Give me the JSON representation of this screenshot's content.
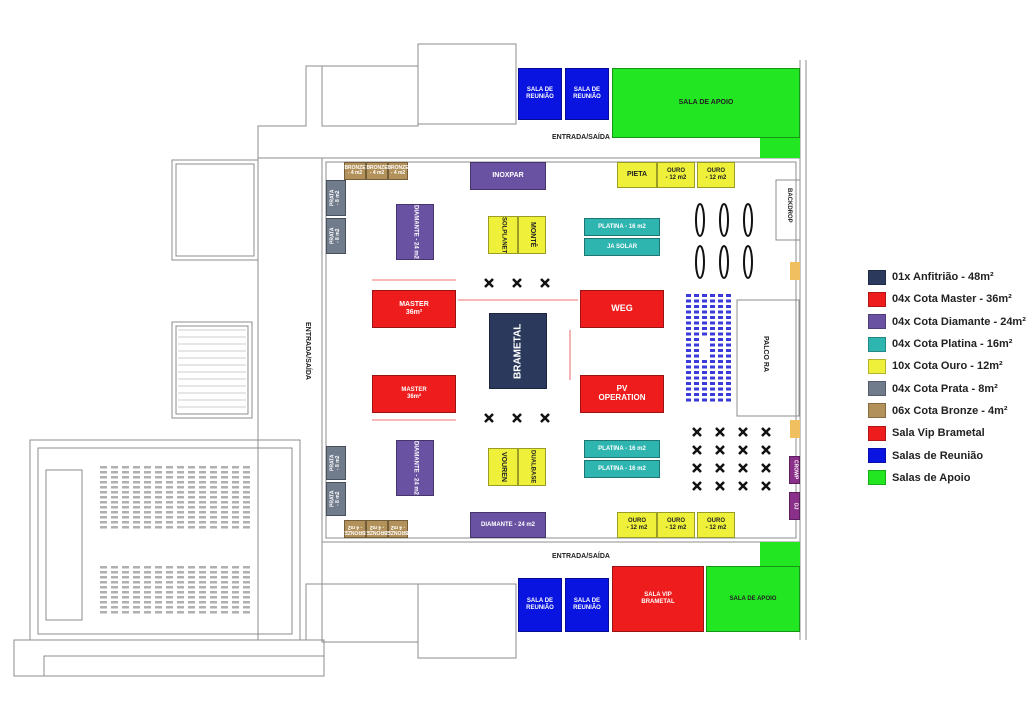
{
  "labels": {
    "entrada_top": "ENTRADA/SAÍDA",
    "entrada_bottom": "ENTRADA/SAÍDA",
    "entrada_left": "ENTRADA/SAÍDA",
    "backdrop": "BACKDROP",
    "palco": "PALCO RA"
  },
  "booths": {
    "reuniao_tl1": "SALA DE\nREUNIÃO",
    "reuniao_tl2": "SALA DE\nREUNIÃO",
    "apoio_top": "SALA DE APOIO",
    "bronze_1": "BRONZE\n- 4 m2",
    "bronze_2": "BRONZE\n- 4 m2",
    "bronze_3": "BRONZE\n- 4 m2",
    "inoxpar": "INOXPAR",
    "pieta": "PIETA",
    "ouro_t1": "OURO\n- 12 m2",
    "ouro_t2": "OURO\n- 12 m2",
    "prata_t1": "PRATA\n- 8 m2",
    "prata_t2": "PRATA\n- 8 m2",
    "diamante_tl": "DIAMANTE - 24 m2",
    "solplanet": "SOLPLANET",
    "monte": "MONTÊ",
    "platina_1": "PLATINA - 16 m2",
    "ja_solar": "JA SOLAR",
    "master_1": "MASTER\n36m²",
    "weg": "WEG",
    "brametal": "BRAMETAL",
    "master_2": "MASTER\n36m²",
    "pv_operation": "PV\nOPERATION",
    "prata_b1": "PRATA\n- 8 m2",
    "prata_b2": "PRATA\n- 8 m2",
    "diamante_bl": "DIAMANTE - 24 m2",
    "vouren": "VOUREN",
    "dualbase": "DUALBASE",
    "platina_3": "PLATINA - 16 m2",
    "platina_4": "PLATINA - 16 m2",
    "bronze_4": "BRONZE\n- 4 m2",
    "bronze_5": "BRONZE\n- 4 m2",
    "bronze_6": "BRONZE\n- 4 m2",
    "diamante_b": "DIAMANTE - 24 m2",
    "ouro_b1": "OURO\n- 12 m2",
    "ouro_b2": "OURO\n- 12 m2",
    "ouro_b3": "OURO\n- 12 m2",
    "reuniao_bl1": "SALA DE\nREUNIÃO",
    "reuniao_bl2": "SALA DE\nREUNIÃO",
    "vip": "SALA VIP\nBRAMETAL",
    "apoio_bottom": "SALA DE APOIO",
    "side_r1": "CROWP",
    "side_r2": "DJ"
  },
  "legend": [
    {
      "label": "01x Anfitrião - 48m²",
      "color": "#2b3a5c"
    },
    {
      "label": "04x Cota Master - 36m²",
      "color": "#ee1c1c"
    },
    {
      "label": "04x Cota Diamante - 24m²",
      "color": "#6a52a3"
    },
    {
      "label": "04x Cota Platina - 16m²",
      "color": "#2fb5b0"
    },
    {
      "label": "10x Cota Ouro - 12m²",
      "color": "#eef03a"
    },
    {
      "label": "04x Cota Prata - 8m²",
      "color": "#707b8c"
    },
    {
      "label": "06x Cota Bronze - 4m²",
      "color": "#b3915a"
    },
    {
      "label": "Sala Vip Brametal",
      "color": "#ee1c1c"
    },
    {
      "label": "Salas de Reunião",
      "color": "#0a14e0"
    },
    {
      "label": "Salas de Apoio",
      "color": "#22e622"
    }
  ]
}
